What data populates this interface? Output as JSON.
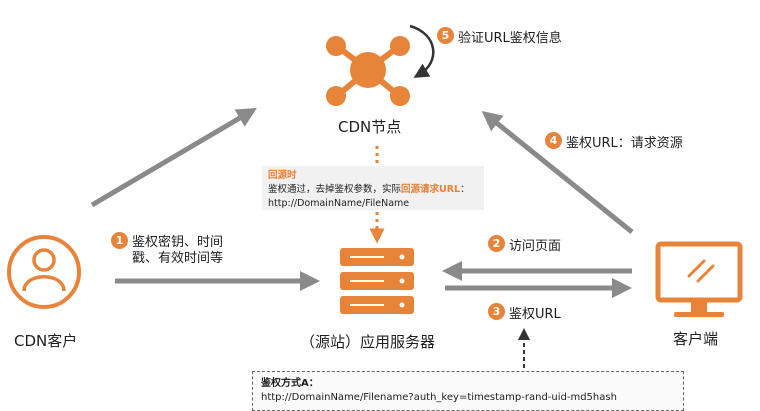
{
  "nodes": {
    "cdn_node": "CDN节点",
    "server": "（源站）应用服务器",
    "client": "客户端",
    "cdn_customer": "CDN客户"
  },
  "steps": {
    "s1": {
      "num": "1",
      "line1": "鉴权密钥、时间",
      "line2": "戳、有效时间等"
    },
    "s2": {
      "num": "2",
      "text": "访问页面"
    },
    "s3": {
      "num": "3",
      "text": "鉴权URL"
    },
    "s4": {
      "num": "4",
      "text": "鉴权URL：请求资源"
    },
    "s5": {
      "num": "5",
      "text": "验证URL鉴权信息"
    }
  },
  "back_to_origin": {
    "title": "回源时",
    "line1_a": "鉴权通过，去掉鉴权参数，实际",
    "line1_hl": "回源请求URL",
    "line1_b": "：",
    "line2": "http://DomainName/FileName"
  },
  "auth_method": {
    "title": "鉴权方式A：",
    "url": "http://DomainName/Filename?auth_key=timestamp-rand-uid-md5hash"
  },
  "colors": {
    "accent": "#e8833a",
    "arrow": "#8a8a8a",
    "dark": "#333333"
  }
}
